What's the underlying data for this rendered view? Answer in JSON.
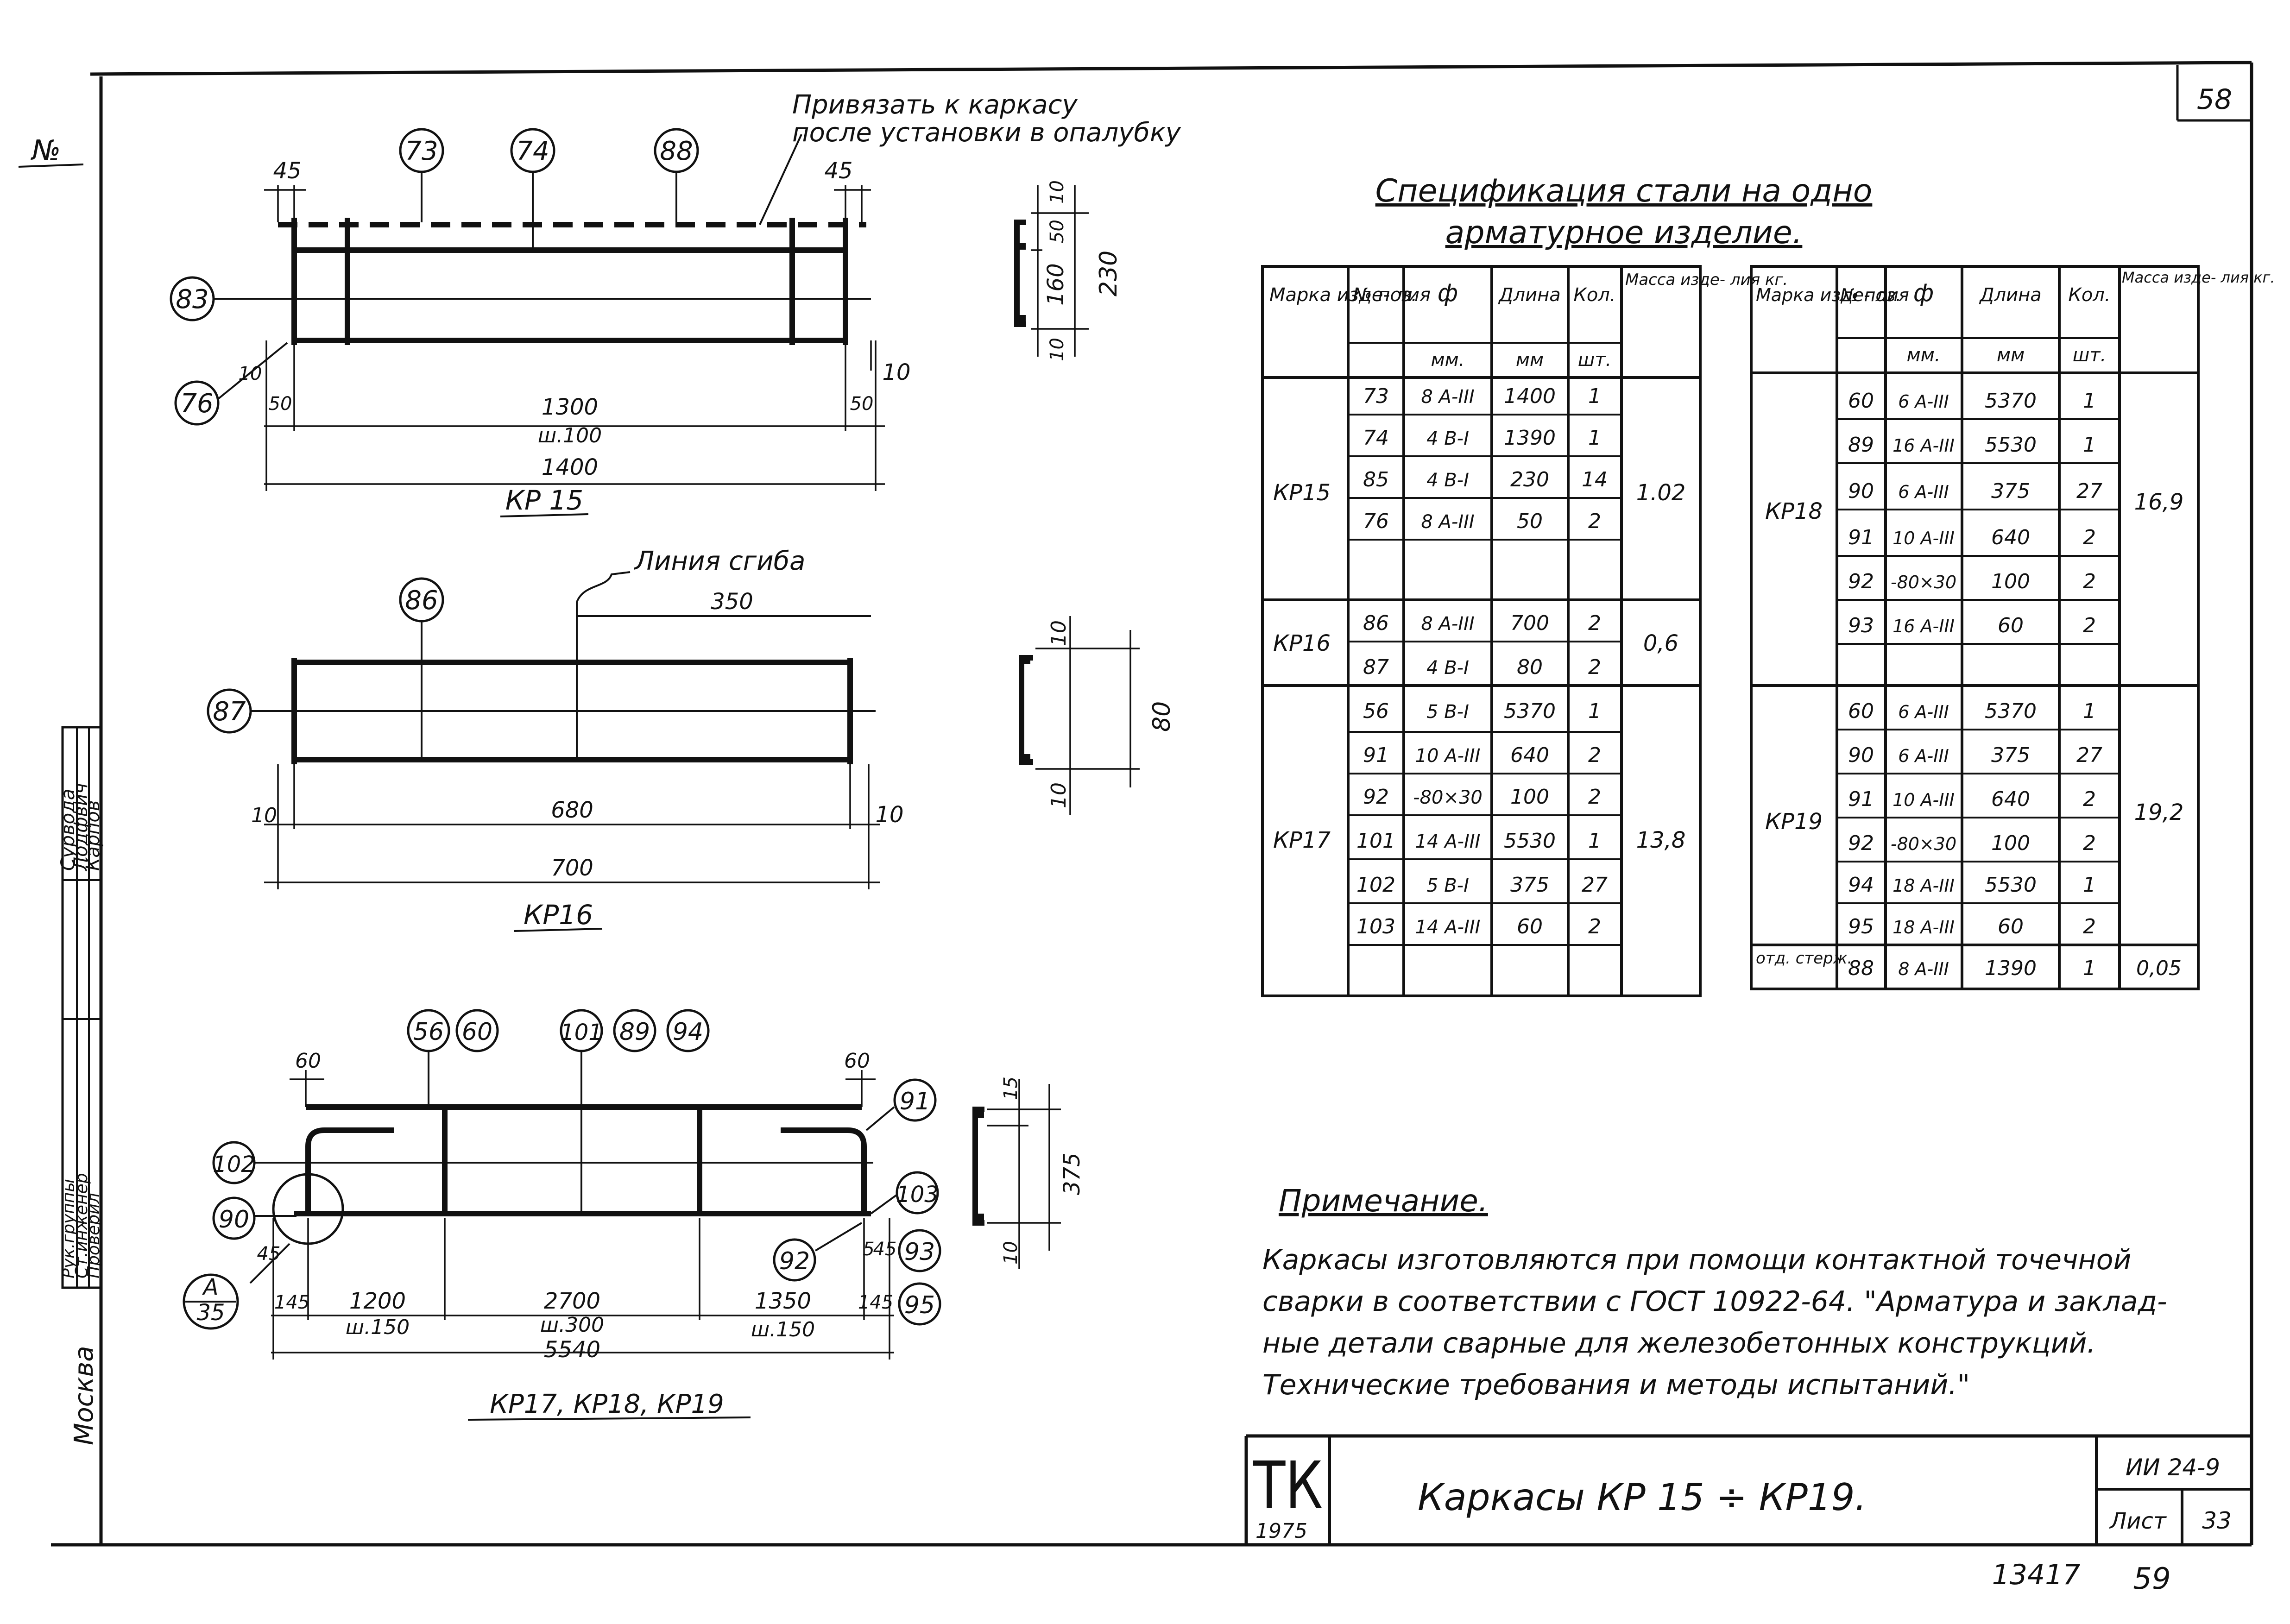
{
  "sheet": {
    "page_number": "58",
    "corner_no": "№",
    "bottom_number": "13417",
    "bottom_page": "59"
  },
  "left_strip": {
    "rows": [
      {
        "role": "Рук.группы",
        "sign": "",
        "name": "Сурвода"
      },
      {
        "role": "Ст.инженер",
        "sign": "",
        "name": "Лодфвич"
      },
      {
        "role": "Проверил",
        "sign": "",
        "name": "Карпов"
      }
    ],
    "city": "Москва"
  },
  "kp15": {
    "caption": "КР 15",
    "note": [
      "Привязать к каркасу",
      "после установки в опалубку"
    ],
    "marks": [
      "73",
      "74",
      "88",
      "83",
      "76"
    ],
    "dims": {
      "d45_left": "45",
      "d45_right": "45",
      "d10_left": "10",
      "d50_left": "50",
      "d1300": "1300",
      "step": "ш.100",
      "d50_right": "50",
      "d10_right": "10",
      "d1400": "1400"
    },
    "section": {
      "d10_top": "10",
      "d50": "50",
      "d160": "160",
      "d10_bot": "10",
      "d230": "230"
    }
  },
  "kp16": {
    "caption": "КР16",
    "note": "Линия сгиба",
    "marks": [
      "86",
      "87"
    ],
    "dims": {
      "d350": "350",
      "d10_left": "10",
      "d680": "680",
      "d10_right": "10",
      "d700": "700"
    },
    "section": {
      "d10_top": "10",
      "d80": "80",
      "d10_bot": "10"
    }
  },
  "kp17": {
    "caption": "КР17, КР18, КР19",
    "marks_top": [
      "56",
      "60",
      "101",
      "89",
      "94"
    ],
    "marks_left": [
      "102",
      "90"
    ],
    "marks_right": [
      "91",
      "103",
      "93",
      "95"
    ],
    "mark_92": "92",
    "callout": {
      "letter": "А",
      "sheet": "35"
    },
    "dims": {
      "d60_left": "60",
      "d60_right": "60",
      "d45_left": "45",
      "d45_right": "45",
      "d5": "5",
      "d145_left": "145",
      "d1200": "1200",
      "step150_left": "ш.150",
      "d2700": "2700",
      "step300": "ш.300",
      "d1350": "1350",
      "step150_right": "ш.150",
      "d145_right": "145",
      "d5540": "5540"
    },
    "section": {
      "d15": "15",
      "d375": "375",
      "d10": "10"
    }
  },
  "spec": {
    "title_line1": "Спецификация стали на одно",
    "title_line2": "арматурное изделие.",
    "headers": {
      "mark": "Марка изде- лия",
      "pos": "№ поз.",
      "dia": "ф",
      "dia_unit": "мм.",
      "len": "Длина",
      "len_unit": "мм",
      "qty": "Кол.",
      "qty_unit": "шт.",
      "mass": "Масса изде- лия кг."
    },
    "left_table": {
      "groups": [
        {
          "mark": "КР15",
          "mass": "1.02",
          "rows": [
            [
              "73",
              "8 А-III",
              "1400",
              "1"
            ],
            [
              "74",
              "4 В-I",
              "1390",
              "1"
            ],
            [
              "85",
              "4 В-I",
              "230",
              "14"
            ],
            [
              "76",
              "8 А-III",
              "50",
              "2"
            ],
            [
              "",
              "",
              "",
              ""
            ]
          ]
        },
        {
          "mark": "КР16",
          "mass": "0,6",
          "rows": [
            [
              "86",
              "8 А-III",
              "700",
              "2"
            ],
            [
              "87",
              "4 В-I",
              "80",
              "2"
            ]
          ]
        },
        {
          "mark": "КР17",
          "mass": "13,8",
          "rows": [
            [
              "56",
              "5 В-I",
              "5370",
              "1"
            ],
            [
              "91",
              "10 А-III",
              "640",
              "2"
            ],
            [
              "92",
              "-80×30",
              "100",
              "2"
            ],
            [
              "101",
              "14 А-III",
              "5530",
              "1"
            ],
            [
              "102",
              "5 В-I",
              "375",
              "27"
            ],
            [
              "103",
              "14 А-III",
              "60",
              "2"
            ],
            [
              "",
              "",
              "",
              ""
            ]
          ]
        }
      ]
    },
    "right_table": {
      "groups": [
        {
          "mark": "КР18",
          "mass": "16,9",
          "rows": [
            [
              "60",
              "6 А-III",
              "5370",
              "1"
            ],
            [
              "89",
              "16 А-III",
              "5530",
              "1"
            ],
            [
              "90",
              "6 А-III",
              "375",
              "27"
            ],
            [
              "91",
              "10 А-III",
              "640",
              "2"
            ],
            [
              "92",
              "-80×30",
              "100",
              "2"
            ],
            [
              "93",
              "16 А-III",
              "60",
              "2"
            ],
            [
              "",
              "",
              "",
              ""
            ]
          ]
        },
        {
          "mark": "КР19",
          "mass": "19,2",
          "rows": [
            [
              "60",
              "6 А-III",
              "5370",
              "1"
            ],
            [
              "90",
              "6 А-III",
              "375",
              "27"
            ],
            [
              "91",
              "10 А-III",
              "640",
              "2"
            ],
            [
              "92",
              "-80×30",
              "100",
              "2"
            ],
            [
              "94",
              "18 А-III",
              "5530",
              "1"
            ],
            [
              "95",
              "18 А-III",
              "60",
              "2"
            ]
          ]
        },
        {
          "mark": "отд. стерж.",
          "mass": "0,05",
          "rows": [
            [
              "88",
              "8 А-III",
              "1390",
              "1"
            ]
          ]
        }
      ]
    }
  },
  "note": {
    "heading": "Примечание.",
    "lines": [
      "Каркасы изготовляются при помощи контактной точечной",
      "сварки в соответствии с ГОСТ 10922-64. \"Арматура и заклад-",
      "ные детали сварные для железобетонных конструкций.",
      "Технические требования и методы испытаний.\""
    ]
  },
  "title_block": {
    "logo": "ТК",
    "year": "1975",
    "title": "Каркасы КР 15 ÷ КР19.",
    "series": "ИИ 24-9",
    "sheet_label": "Лист",
    "sheet_no": "33"
  }
}
